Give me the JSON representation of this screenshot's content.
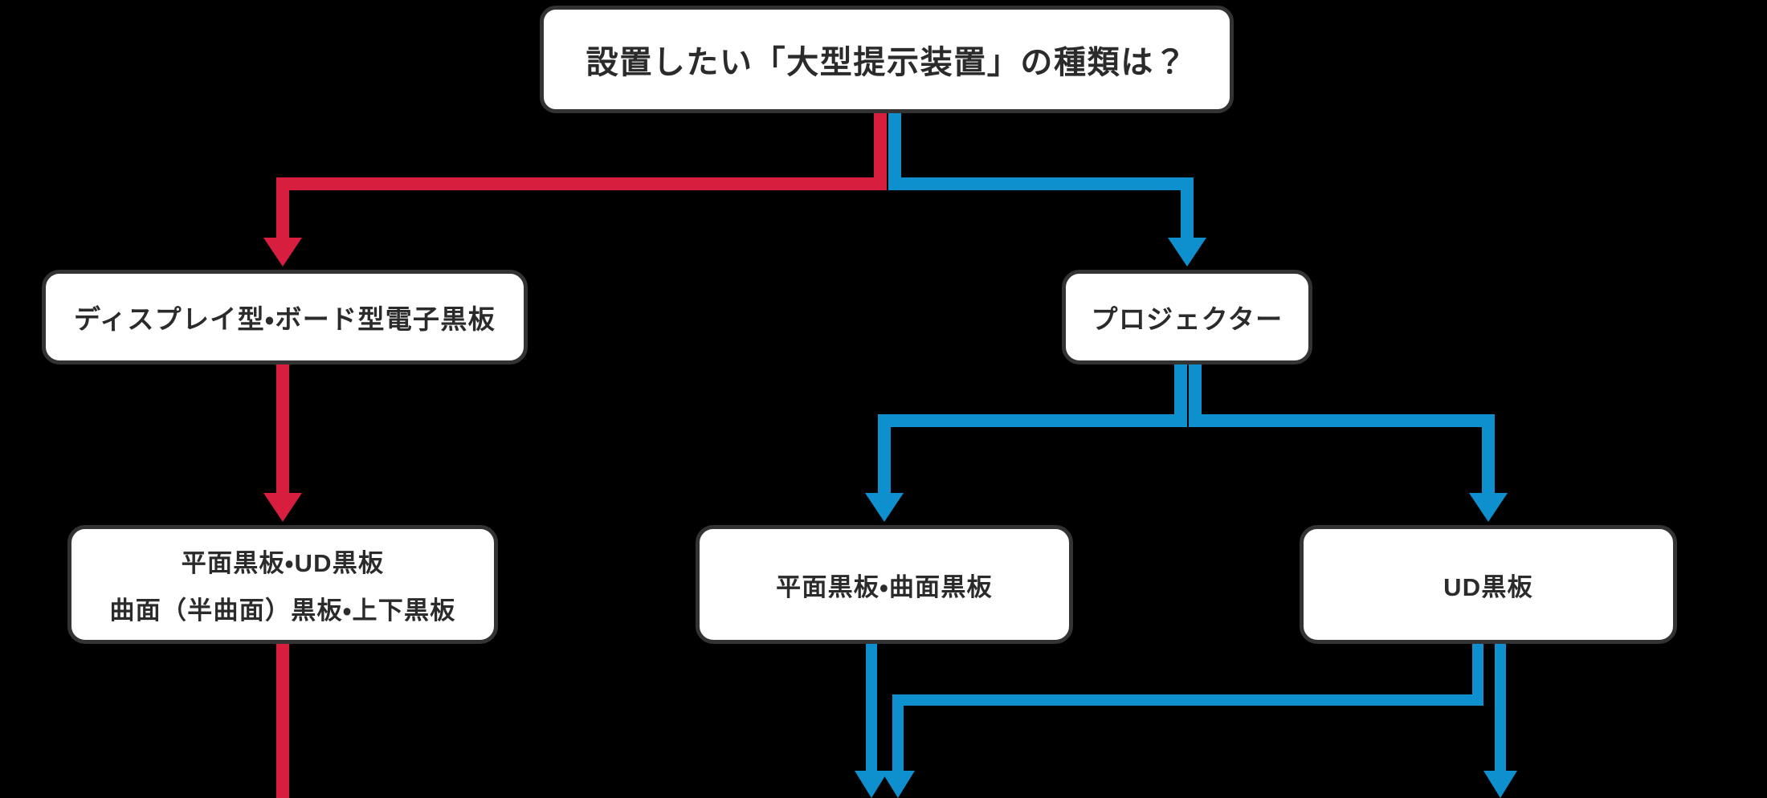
{
  "diagram": {
    "title_node": {
      "id": "root-question",
      "lines": [
        "設置したい「大型提示装置」の種類は？"
      ]
    },
    "nodes": [
      {
        "id": "display-board-type",
        "lines": [
          "ディスプレイ型・ボード型電子黒板"
        ]
      },
      {
        "id": "projector",
        "lines": [
          "プロジェクター"
        ]
      },
      {
        "id": "flat-ud-curved-updown",
        "lines": [
          "平面黒板・UD黒板",
          "曲面（半曲面）黒板・上下黒板"
        ]
      },
      {
        "id": "flat-curved",
        "lines": [
          "平面黒板・曲面黒板"
        ]
      },
      {
        "id": "ud-board",
        "lines": [
          "UD黒板"
        ]
      }
    ],
    "colors": {
      "background": "#000000",
      "node_fill": "#ffffff",
      "node_border": "#333333",
      "node_text": "#2b2b2b",
      "branch_red": "#d81e3f",
      "branch_blue": "#0e90cf"
    },
    "edges": [
      {
        "id": "root-to-display",
        "color": "#d81e3f",
        "from": "root-question",
        "to": "display-board-type"
      },
      {
        "id": "root-to-projector",
        "color": "#0e90cf",
        "from": "root-question",
        "to": "projector"
      },
      {
        "id": "display-to-flat-ud",
        "color": "#d81e3f",
        "from": "display-board-type",
        "to": "flat-ud-curved-updown"
      },
      {
        "id": "projector-to-flat-curved",
        "color": "#0e90cf",
        "from": "projector",
        "to": "flat-curved"
      },
      {
        "id": "projector-to-ud",
        "color": "#0e90cf",
        "from": "projector",
        "to": "ud-board"
      },
      {
        "id": "flat-ud-down-continue",
        "color": "#d81e3f",
        "from": "flat-ud-curved-updown",
        "to": "offscreen-below"
      },
      {
        "id": "flat-curved-down-continue",
        "color": "#0e90cf",
        "from": "flat-curved",
        "to": "offscreen-below"
      },
      {
        "id": "ud-down-continue",
        "color": "#0e90cf",
        "from": "ud-board",
        "to": "offscreen-below"
      },
      {
        "id": "ud-left-join-continue",
        "color": "#0e90cf",
        "from": "ud-board",
        "to": "offscreen-below-left"
      }
    ]
  }
}
